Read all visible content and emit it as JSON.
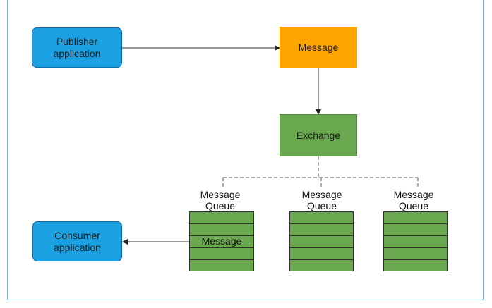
{
  "nodes": {
    "publisher": "Publisher application",
    "message": "Message",
    "exchange": "Exchange",
    "consumer": "Consumer application"
  },
  "queues": [
    {
      "label_line1": "Message",
      "label_line2": "Queue",
      "content": "Message"
    },
    {
      "label_line1": "Message",
      "label_line2": "Queue",
      "content": ""
    },
    {
      "label_line1": "Message",
      "label_line2": "Queue",
      "content": ""
    }
  ],
  "colors": {
    "application": "#1ba1e2",
    "message": "#ffa500",
    "exchange": "#6aa84f",
    "queue": "#6aa84f",
    "border": "#7fb3d5"
  }
}
